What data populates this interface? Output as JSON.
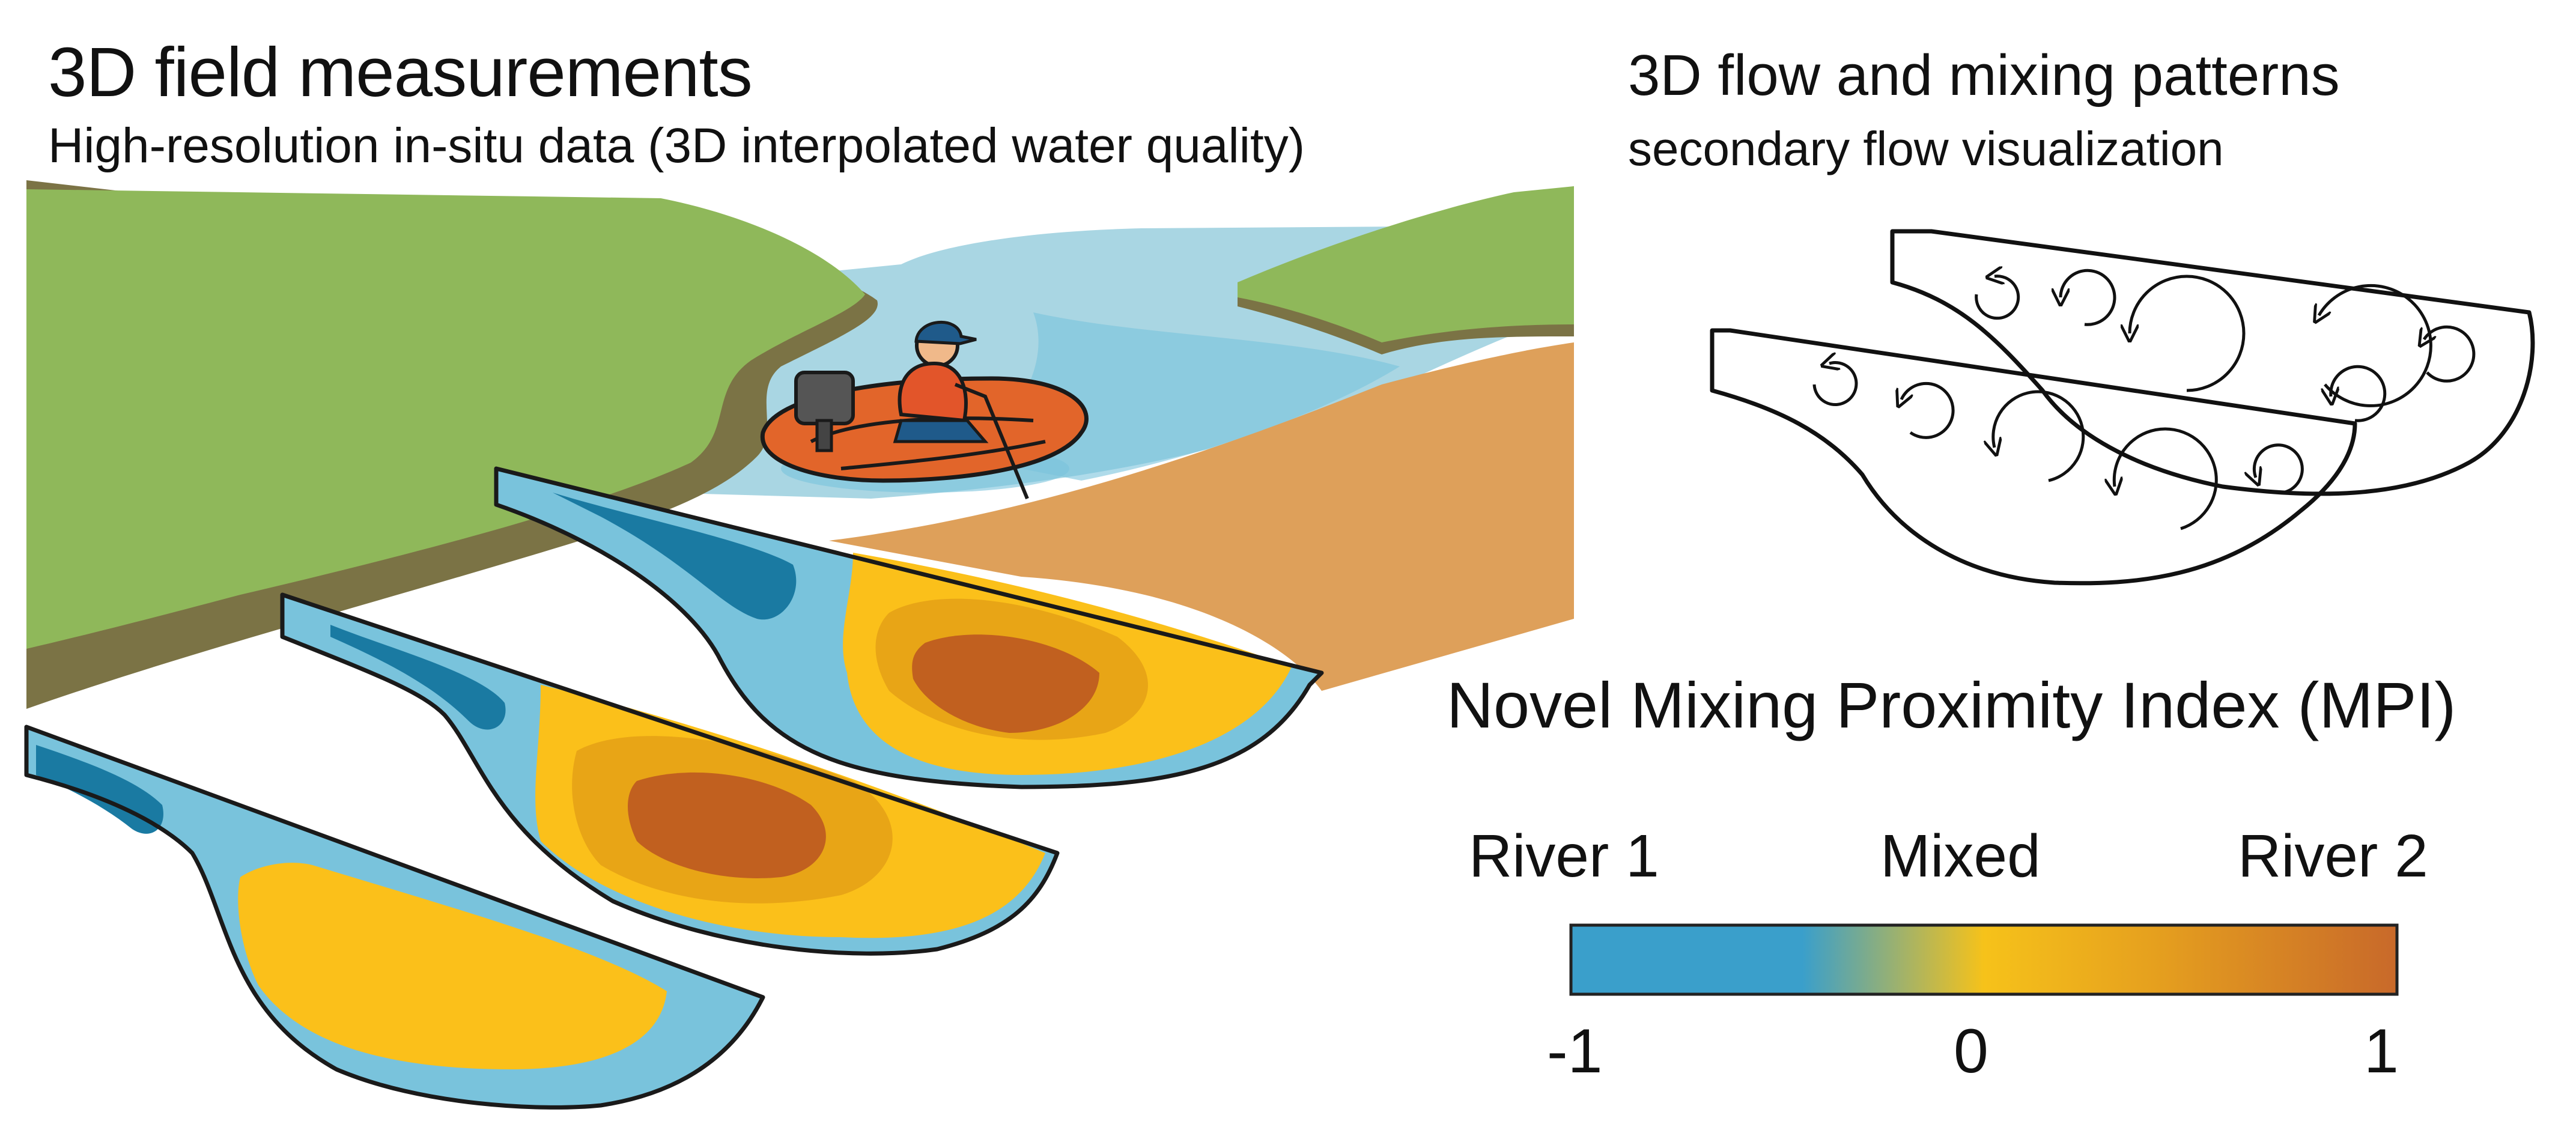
{
  "left_panel": {
    "title": "3D field measurements",
    "subtitle": "High-resolution in-situ data (3D interpolated water quality)"
  },
  "right_panel": {
    "title": "3D flow and mixing patterns",
    "subtitle": "secondary flow visualization"
  },
  "legend": {
    "title": "Novel Mixing Proximity Index (MPI)",
    "labels": {
      "left": "River 1",
      "middle": "Mixed",
      "right": "River 2"
    },
    "ticks": {
      "min": "-1",
      "mid": "0",
      "max": "1"
    },
    "scale": {
      "min": -1,
      "mid": 0,
      "max": 1
    },
    "colors": {
      "river1": "#3a9fcb",
      "mixed": "#f6c21a",
      "river2": "#c8692a"
    }
  },
  "palette": {
    "grass": "#8fb85a",
    "grass_bank": "#7b7345",
    "sand": "#dea05a",
    "water": "#a9d6e3",
    "water_light": "#79c3dc",
    "water_mid": "#3aa0ca",
    "water_dark": "#1a7aa2",
    "yellow": "#fbc01a",
    "orange": "#e8a516",
    "rust": "#c1601f",
    "boat": "#e2652a"
  }
}
